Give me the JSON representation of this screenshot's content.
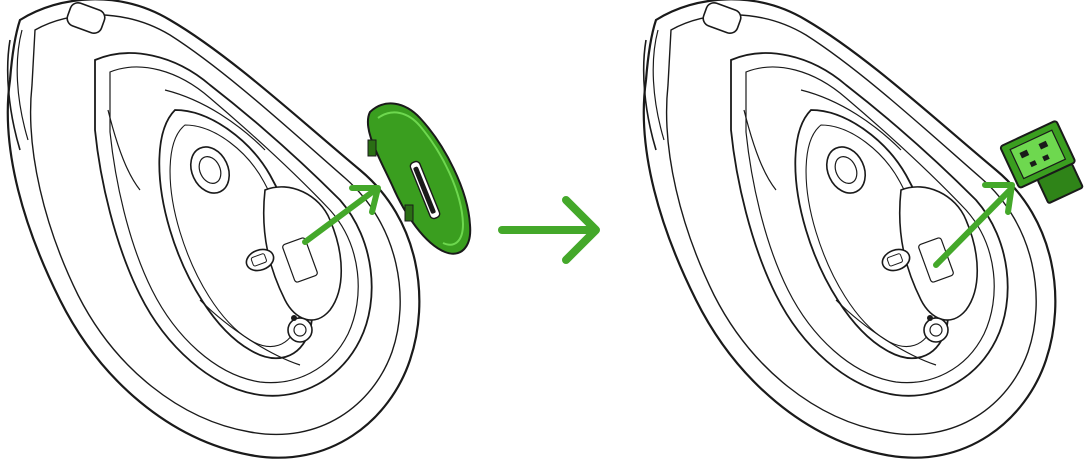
{
  "diagram": {
    "steps": [
      {
        "id": "step-remove-cover",
        "elements": [
          "mouse-underside",
          "battery-cover",
          "insert-arrow"
        ]
      },
      {
        "id": "step-remove-dongle",
        "elements": [
          "mouse-underside",
          "usb-dongle",
          "insert-arrow"
        ]
      }
    ],
    "connector": "transition-arrow"
  },
  "colors": {
    "accent": "#44d62c",
    "accent_dark": "#2a8a1a",
    "line": "#1a1a1a",
    "background": "#ffffff"
  },
  "icons": [
    "mouse-bottom-icon",
    "battery-cover-icon",
    "usb-receiver-icon",
    "right-arrow-icon"
  ]
}
